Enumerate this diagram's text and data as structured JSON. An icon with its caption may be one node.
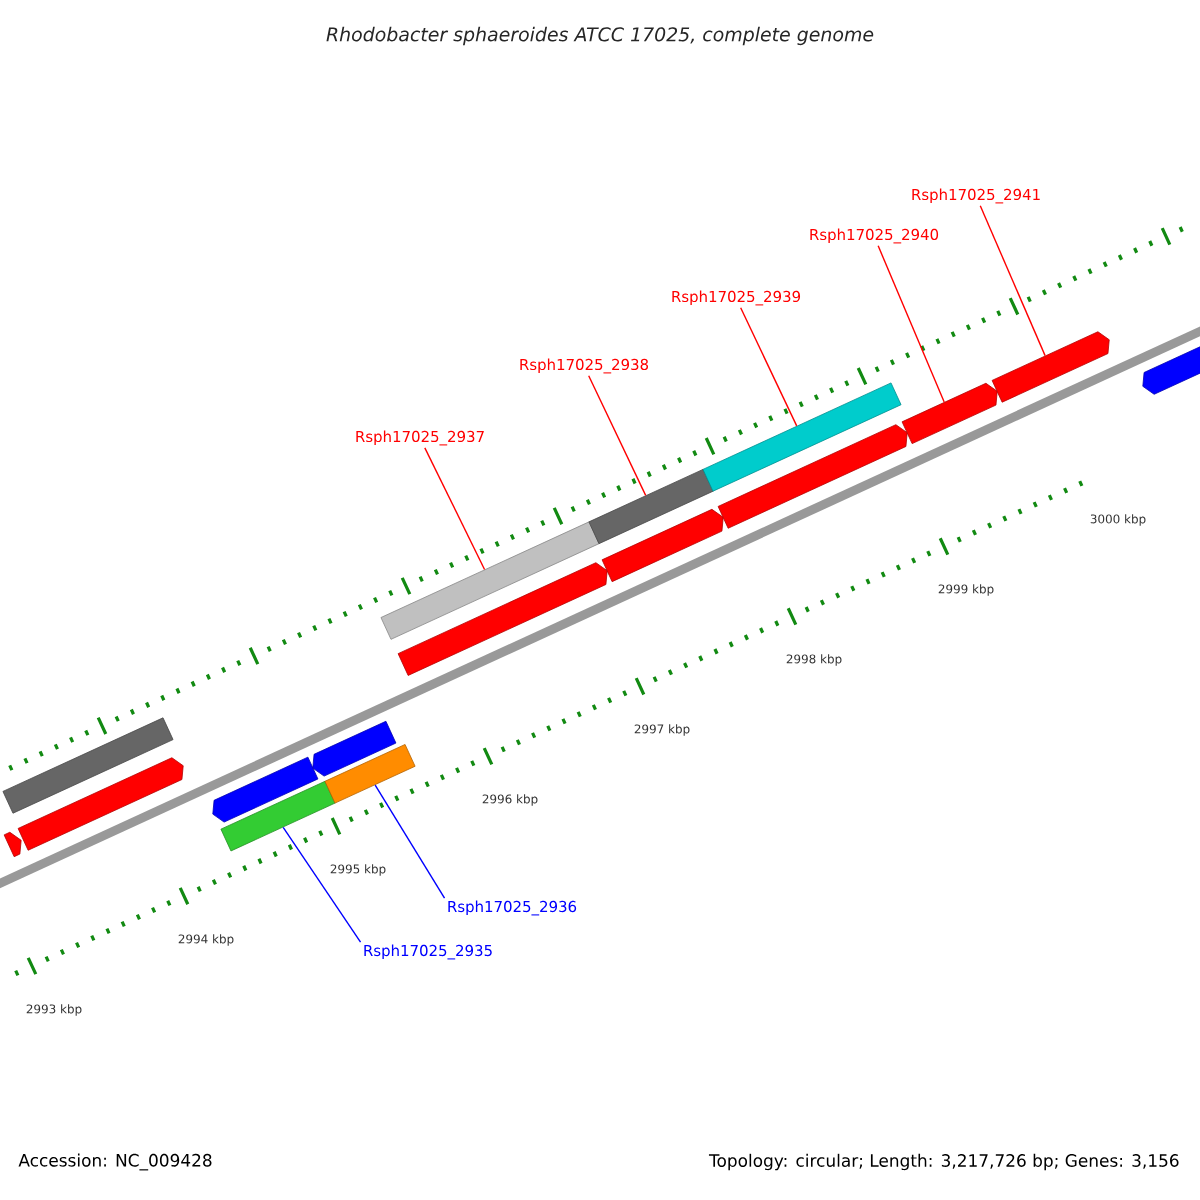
{
  "diagram": {
    "title": "Rhodobacter sphaeroides ATCC 17025, complete genome",
    "nodes": [
      {
        "text": [
          "Rsph17025_2941"
        ]
      },
      {
        "text": [
          "Rsph17025_2940"
        ]
      },
      {
        "text": [
          "Rsph17025_2939"
        ]
      },
      {
        "text": [
          "Rsph17025_2938"
        ]
      },
      {
        "text": [
          "Rsph17025_2937"
        ]
      },
      {
        "text": [
          "Rsph17025_2936"
        ]
      },
      {
        "text": [
          "Rsph17025_2935"
        ]
      },
      {
        "text": [],
        "shape": "arrow"
      },
      {
        "text": [],
        "shape": "bar"
      },
      {
        "text": [],
        "shape": "arrow"
      },
      {
        "text": [],
        "shape": "arrow"
      },
      {
        "text": [],
        "shape": "bar"
      },
      {
        "text": [],
        "shape": "arrow"
      },
      {
        "text": [],
        "shape": "bar"
      },
      {
        "text": [],
        "shape": "bar"
      },
      {
        "text": [],
        "shape": "arrow"
      },
      {
        "text": [],
        "shape": "bar"
      },
      {
        "text": [],
        "shape": "arrow"
      },
      {
        "text": [],
        "shape": "bar"
      },
      {
        "text": [],
        "shape": "arrow"
      },
      {
        "text": [],
        "shape": "arrow"
      },
      {
        "text": [],
        "shape": "arrow"
      },
      {
        "text": [],
        "shape": "arrow"
      }
    ],
    "edges": [
      {
        "from": 0,
        "to": 21,
        "arrow": "none"
      },
      {
        "from": 1,
        "to": 20,
        "arrow": "none"
      },
      {
        "from": 2,
        "to": 18,
        "arrow": "none"
      },
      {
        "from": 3,
        "to": 16,
        "arrow": "none"
      },
      {
        "from": 4,
        "to": 14,
        "arrow": "none"
      },
      {
        "from": 5,
        "to": 13,
        "arrow": "none",
        "color": "#0000ff"
      },
      {
        "from": 6,
        "to": 11,
        "arrow": "none",
        "color": "#0000ff"
      }
    ],
    "labels": [
      "2993 kbp",
      "2994 kbp",
      "2995 kbp",
      "2996 kbp",
      "2997 kbp",
      "2998 kbp",
      "2999 kbp",
      "3000 kbp",
      "Accession: NC_009428",
      "Topology: circular; Length: 3,217,726 bp; Genes: 3,156"
    ]
  }
}
